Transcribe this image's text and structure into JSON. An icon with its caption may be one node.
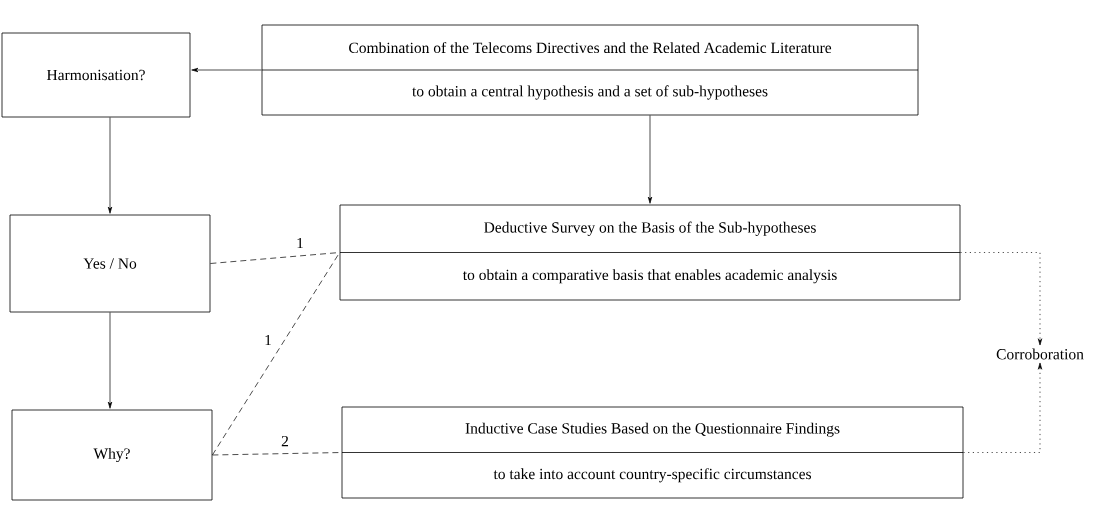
{
  "diagram": {
    "nodes": [
      {
        "text": [
          "Harmonisation?"
        ]
      },
      {
        "text": [
          "Combination of the Telecoms Directives and the Related Academic Literature",
          "to obtain a central hypothesis and a set of sub-hypotheses"
        ]
      },
      {
        "text": [
          "Yes / No"
        ]
      },
      {
        "text": [
          "Deductive Survey on the Basis of the Sub-hypotheses",
          "to obtain a comparative basis that enables academic analysis"
        ]
      },
      {
        "text": [
          "Corroboration"
        ]
      },
      {
        "text": [
          "Why?"
        ]
      },
      {
        "text": [
          "Inductive Case Studies Based on the Questionnaire Findings",
          "to take into account country-specific circumstances"
        ]
      }
    ],
    "edges": [
      {
        "from": 1,
        "to": 0,
        "arrow": "to"
      },
      {
        "from": 1,
        "to": 3,
        "arrow": "to"
      },
      {
        "from": 0,
        "to": 2,
        "arrow": "to"
      },
      {
        "from": 2,
        "to": 5,
        "arrow": "to"
      },
      {
        "from": 2,
        "to": 3,
        "arrow": "none",
        "style": "dashed",
        "label": "1"
      },
      {
        "from": 5,
        "to": 3,
        "arrow": "none",
        "style": "dashed",
        "label": "1"
      },
      {
        "from": 5,
        "to": 6,
        "arrow": "none",
        "style": "dashed",
        "label": "2"
      },
      {
        "from": 3,
        "to": 4,
        "arrow": "to",
        "style": "dashed"
      },
      {
        "from": 6,
        "to": 4,
        "arrow": "to",
        "style": "dashed"
      }
    ]
  }
}
